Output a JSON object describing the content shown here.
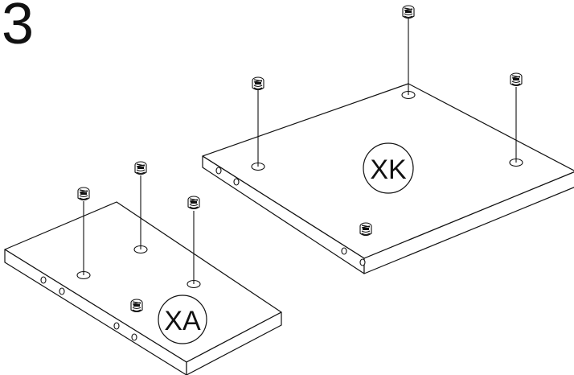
{
  "step": {
    "number": "3"
  },
  "panels": [
    {
      "id": "panel-xa",
      "label": "XA"
    },
    {
      "id": "panel-xk",
      "label": "XK"
    }
  ],
  "hardware": {
    "name": "cam-lock-fitting-icon"
  }
}
